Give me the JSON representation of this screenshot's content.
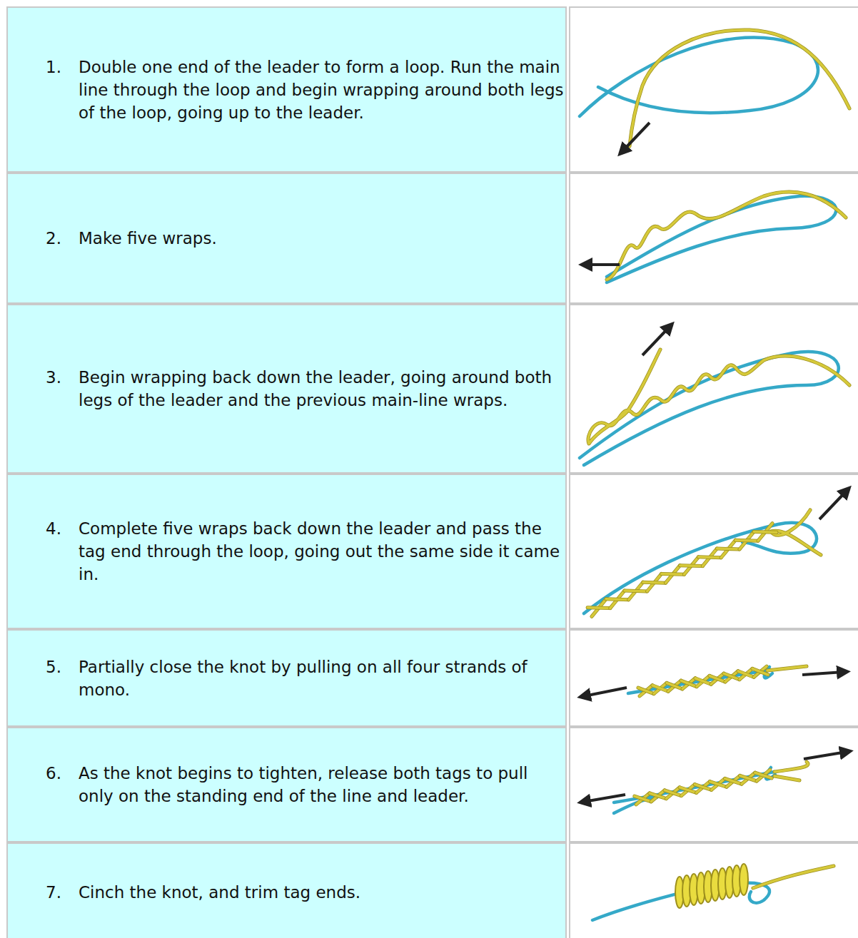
{
  "diagram": {
    "nodes": [
      {
        "text": [
          "1.",
          "Double one end of the leader to form a loop. Run the main line through the loop and begin wrapping around both legs of the loop, going up to the leader."
        ]
      },
      {
        "text": [
          "2.",
          "Make five wraps."
        ]
      },
      {
        "text": [
          "3.",
          "Begin wrapping back down the leader, going around both legs of the leader and the previous main-line wraps."
        ]
      },
      {
        "text": [
          "4.",
          "Complete five wraps back down the leader and pass the tag end through the loop, going out the same side it came in."
        ]
      },
      {
        "text": [
          "5.",
          "Partially close the knot by pulling on all four strands of mono."
        ]
      },
      {
        "text": [
          "6.",
          "As the knot begins to tighten, release both tags to pull only on the standing end of the line and leader."
        ]
      },
      {
        "text": [
          "7.",
          "Cinch the knot, and trim tag ends."
        ]
      }
    ]
  }
}
